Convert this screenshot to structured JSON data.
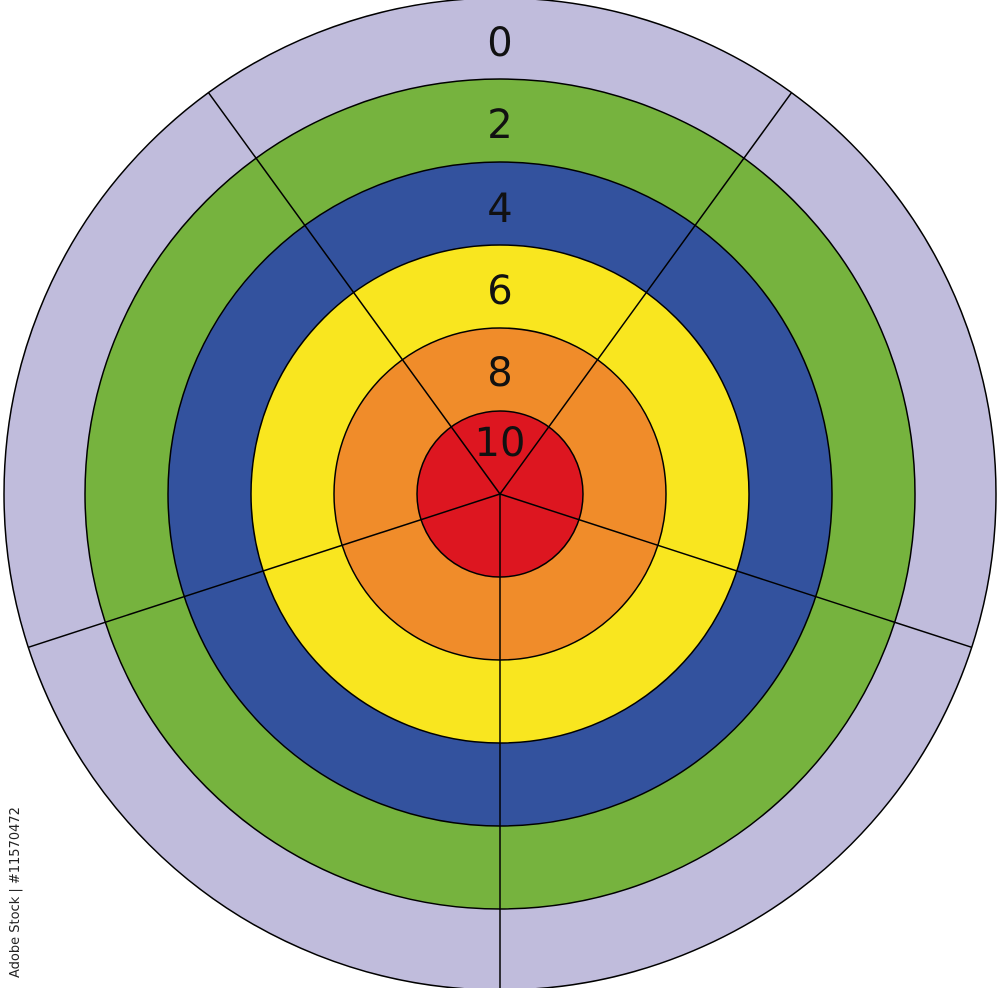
{
  "target": {
    "rings": [
      {
        "label": "0",
        "color": "#c0bcdc"
      },
      {
        "label": "2",
        "color": "#76b33e"
      },
      {
        "label": "4",
        "color": "#33529e"
      },
      {
        "label": "6",
        "color": "#f9e61f"
      },
      {
        "label": "8",
        "color": "#f08c2a"
      },
      {
        "label": "10",
        "color": "#dd1620"
      }
    ],
    "divider_color": "#000000",
    "sectors": 5
  },
  "watermark": "Adobe Stock | #11570472"
}
